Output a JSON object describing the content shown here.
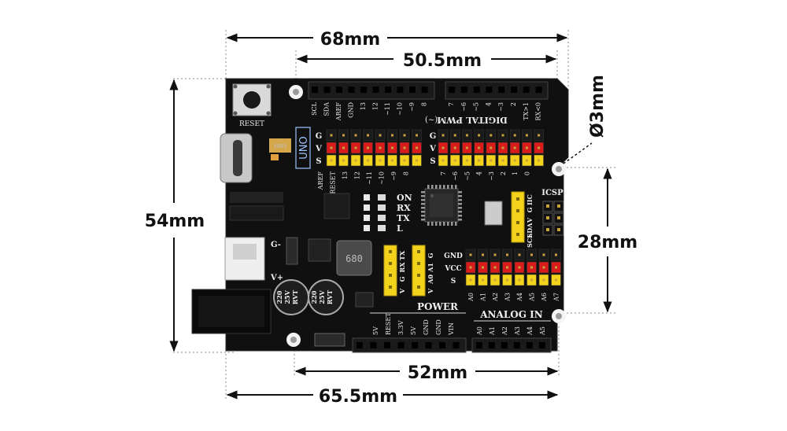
{
  "dimensions": {
    "width_total": "68mm",
    "width_header": "50.5mm",
    "height_total": "54mm",
    "hole_diameter": "Ø3mm",
    "hole_spacing_vertical": "28mm",
    "width_bottom_holes": "52mm",
    "width_bottom_total": "65.5mm"
  },
  "board": {
    "reset_label": "RESET",
    "uno_label": "UNO",
    "digital_pwm_label": "DIGITAL PWM",
    "digital_pwm_tilde": "(~)",
    "power_label": "POWER",
    "analog_label": "ANALOG IN",
    "icsp_label": "ICSP",
    "g_minus": "G-",
    "v_plus": "V+",
    "leds": [
      "ON",
      "RX",
      "TX",
      "L"
    ],
    "inductor": "680",
    "cap1": [
      "220",
      "25V",
      "RVT"
    ],
    "cap2": [
      "220",
      "25V",
      "RVT"
    ],
    "xtal": "X005",
    "rows_gvs": [
      "G",
      "V",
      "S"
    ],
    "top_left_pins": [
      "SCL",
      "SDA",
      "AREF",
      "GND",
      "13",
      "12",
      "~11",
      "~10",
      "~9",
      "8"
    ],
    "top_right_pins": [
      "7",
      "~6",
      "~5",
      "4",
      "~3",
      "2",
      "TX>1",
      "RX<0"
    ],
    "left_bank_pins": [
      "AREF",
      "RESET",
      "13",
      "12",
      "~11",
      "~10",
      "~9",
      "8"
    ],
    "right_bank_pins": [
      "7",
      "~6",
      "~5",
      "4",
      "~3",
      "2",
      "1",
      "0"
    ],
    "i2c_labels": [
      "SCL",
      "SDA",
      "V",
      "G",
      "IIC"
    ],
    "uart_labels": [
      "V",
      "G",
      "RX",
      "TX"
    ],
    "a01_labels": [
      "V",
      "A0",
      "A1",
      "G"
    ],
    "analog_row_labels": [
      "GND",
      "VCC",
      "S"
    ],
    "analog_bank_pins": [
      "A0",
      "A1",
      "A2",
      "A3",
      "A4",
      "A5",
      "A6",
      "A7"
    ],
    "power_pins": [
      "5V",
      "RESET",
      "3.3V",
      "5V",
      "GND",
      "GND",
      "VIN"
    ],
    "analog_pins": [
      "A0",
      "A1",
      "A2",
      "A3",
      "A4",
      "A5"
    ]
  }
}
